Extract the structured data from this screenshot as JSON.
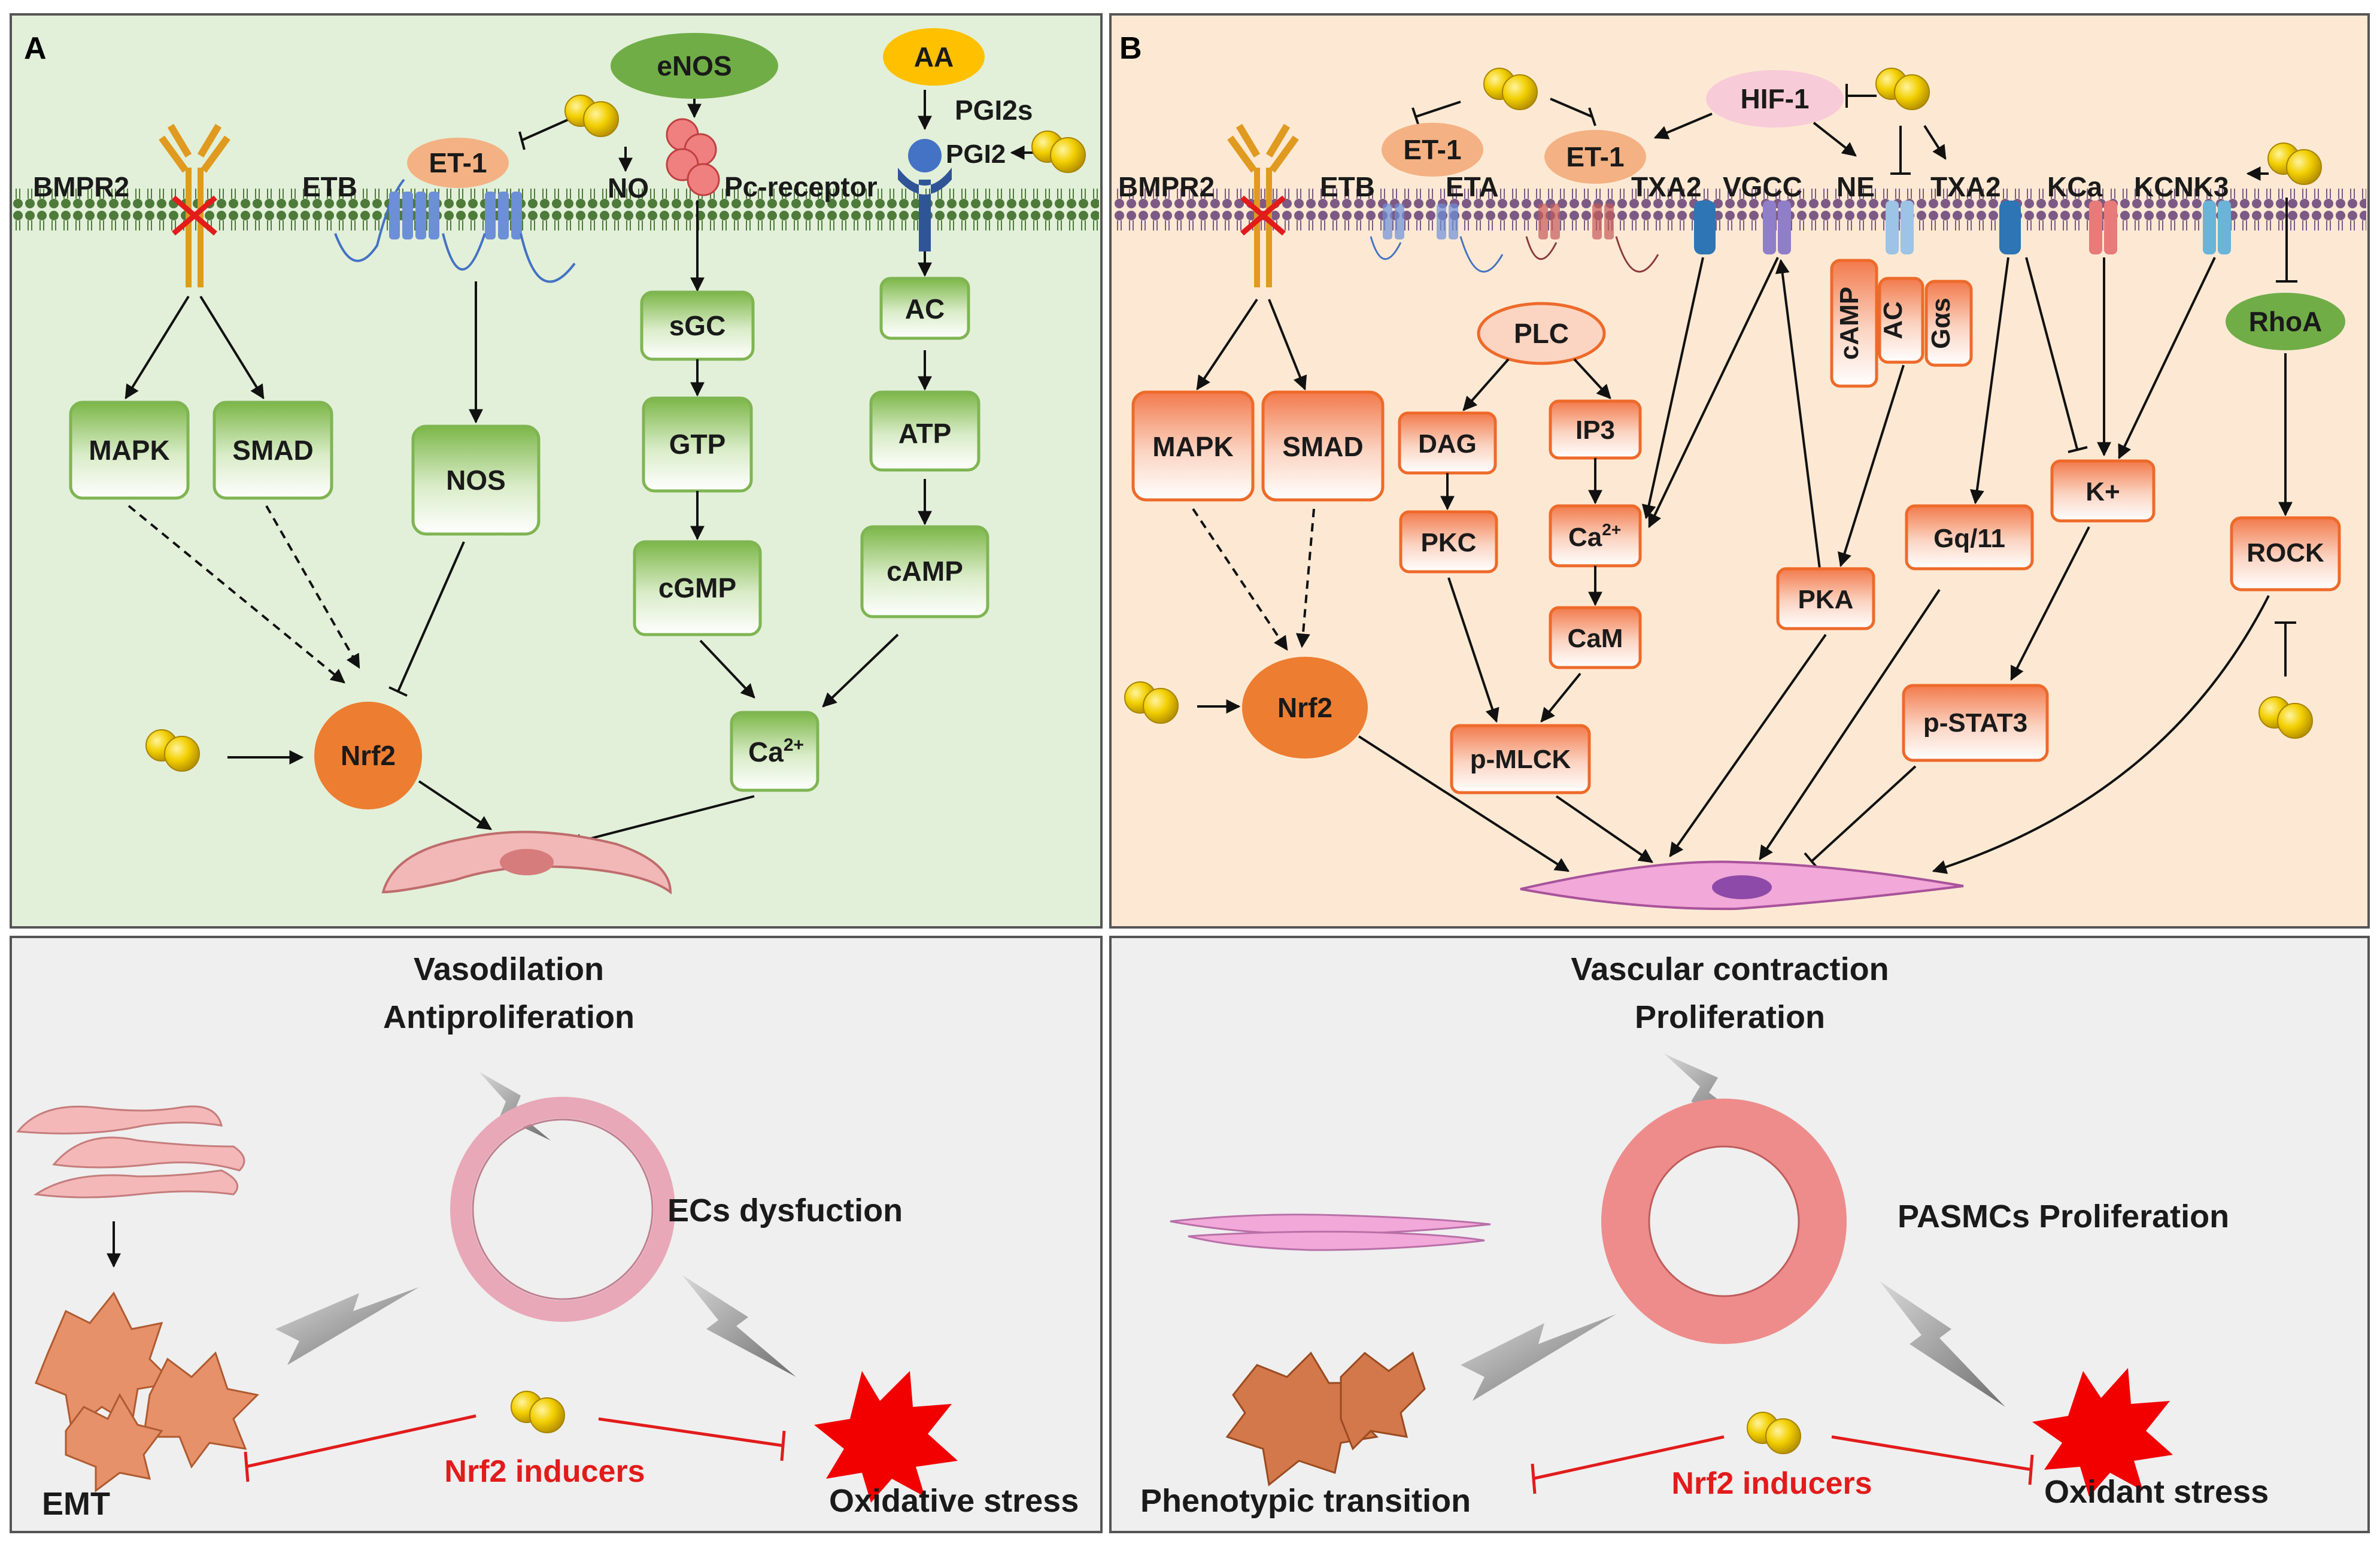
{
  "panels": {
    "a": {
      "letter": "A",
      "receptors": {
        "bmpr2": "BMPR2",
        "etb": "ETB",
        "pc_receptor": "Pc-receptor"
      },
      "ligands": {
        "enos": "eNOS",
        "aa": "AA",
        "pgi2s": "PGI2s",
        "pgi2": "PGI2",
        "et1": "ET-1",
        "no": "NO"
      },
      "boxes": {
        "mapk": "MAPK",
        "smad": "SMAD",
        "nos": "NOS",
        "sgc": "sGC",
        "gtp": "GTP",
        "cgmp": "cGMP",
        "ac": "AC",
        "atp": "ATP",
        "camp": "cAMP",
        "ca": "Ca",
        "ca_sup": "2+"
      },
      "nrf2": "Nrf2"
    },
    "b": {
      "letter": "B",
      "receptors": {
        "bmpr2": "BMPR2",
        "etb": "ETB",
        "eta": "ETA",
        "txa2_left": "TXA2",
        "vgcc": "VGCC",
        "ne": "NE",
        "txa2_right": "TXA2",
        "kca": "KCa",
        "kcnk3": "KCNK3"
      },
      "ligands": {
        "et1_left": "ET-1",
        "et1_right": "ET-1",
        "hif1": "HIF-1",
        "plc": "PLC",
        "rhoa": "RhoA"
      },
      "boxes": {
        "mapk": "MAPK",
        "smad": "SMAD",
        "dag": "DAG",
        "ip3": "IP3",
        "pkc": "PKC",
        "ca": "Ca",
        "ca_sup": "2+",
        "cam": "CaM",
        "pmlck": "p-MLCK",
        "camp": "cAMP",
        "ac": "AC",
        "gas": "Gαs",
        "pka": "PKA",
        "gq11": "Gq/11",
        "kplus": "K+",
        "pstat3": "p-STAT3",
        "rock": "ROCK"
      },
      "nrf2": "Nrf2"
    }
  },
  "bottom": {
    "left": {
      "title_line1": "Vasodilation",
      "title_line2": "Antiproliferation",
      "ring_label": "ECs dysfuction",
      "emt": "EMT",
      "inducers": "Nrf2 inducers",
      "stress": "Oxidative stress"
    },
    "right": {
      "title_line1": "Vascular contraction",
      "title_line2": "Proliferation",
      "ring_label": "PASMCs Proliferation",
      "transition": "Phenotypic transition",
      "inducers": "Nrf2 inducers",
      "stress": "Oxidant stress"
    }
  },
  "colors": {
    "panel_a_bg": "#e2f0d9",
    "panel_b_bg": "#fde9d3",
    "bottom_bg": "#efefef",
    "green_node": "#70ad47",
    "orange_node": "#ed7d31",
    "inhibit_red": "#e21b1b",
    "nanoparticle": "#f4d000"
  }
}
